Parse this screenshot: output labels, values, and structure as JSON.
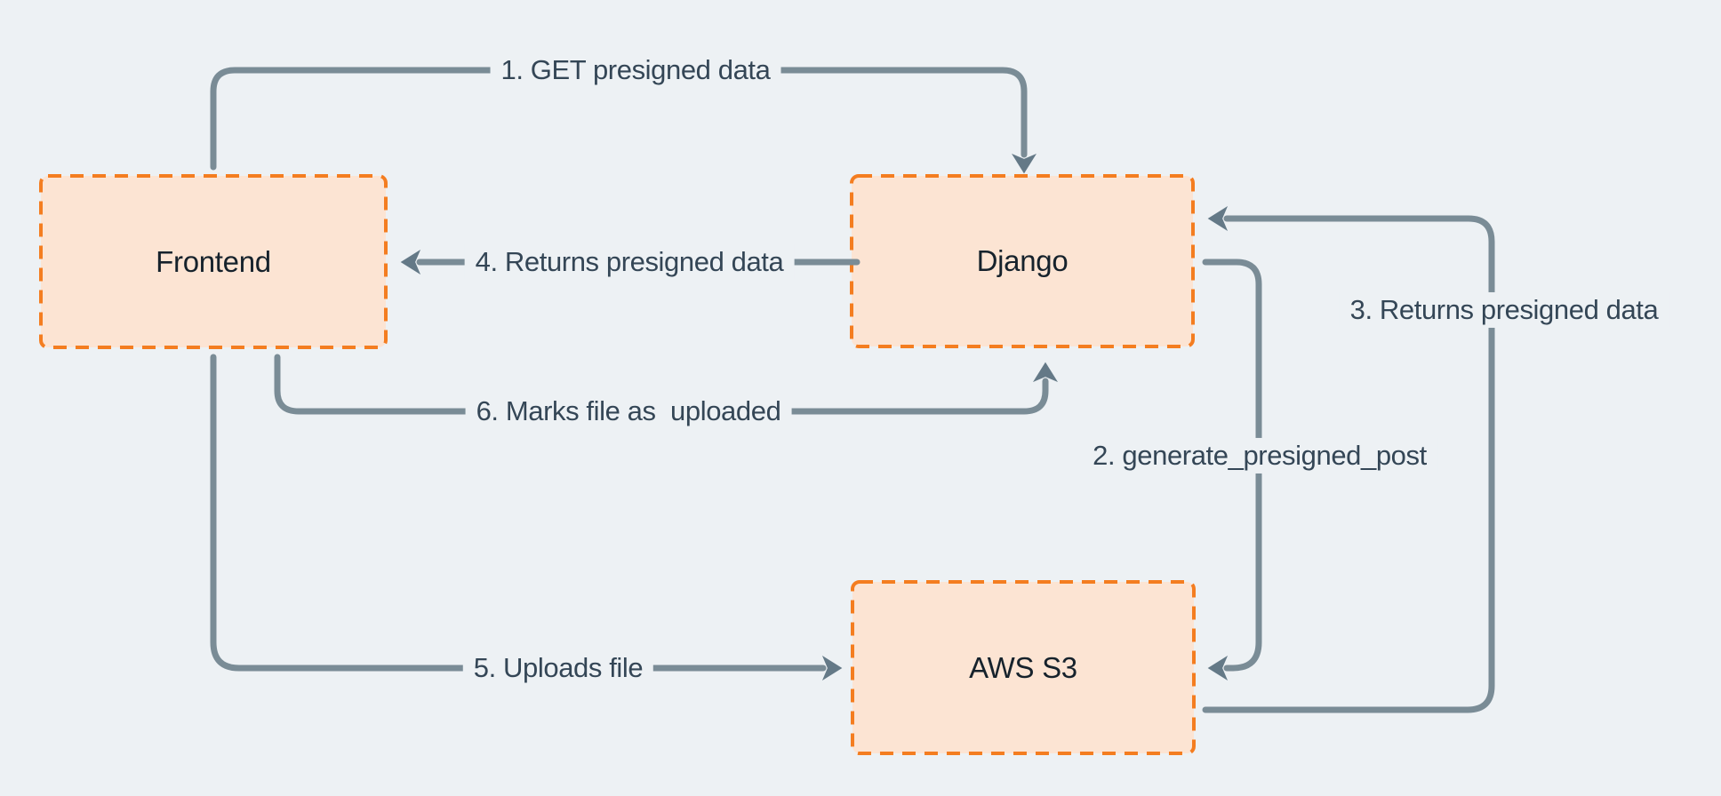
{
  "theme": {
    "bg": "#edf1f4",
    "arrow": "#7a8c96",
    "arrowhead": "#647987",
    "box_fill": "#fce4d3",
    "box_border": "#f47d20",
    "edge_label": "#344656",
    "node_label": "#16222c"
  },
  "nodes": [
    {
      "id": "frontend",
      "label": "Frontend"
    },
    {
      "id": "django",
      "label": "Django"
    },
    {
      "id": "aws-s3",
      "label": "AWS S3"
    }
  ],
  "edges": [
    {
      "id": "1",
      "from": "frontend",
      "to": "django",
      "label": "1. GET presigned data"
    },
    {
      "id": "2",
      "from": "django",
      "to": "aws-s3",
      "label": "2. generate_presigned_post"
    },
    {
      "id": "3",
      "from": "aws-s3",
      "to": "django",
      "label": "3. Returns presigned data"
    },
    {
      "id": "4",
      "from": "django",
      "to": "frontend",
      "label": "4. Returns presigned data"
    },
    {
      "id": "5",
      "from": "frontend",
      "to": "aws-s3",
      "label": "5. Uploads file"
    },
    {
      "id": "6",
      "from": "frontend",
      "to": "django",
      "label": "6. Marks file as  uploaded"
    }
  ]
}
